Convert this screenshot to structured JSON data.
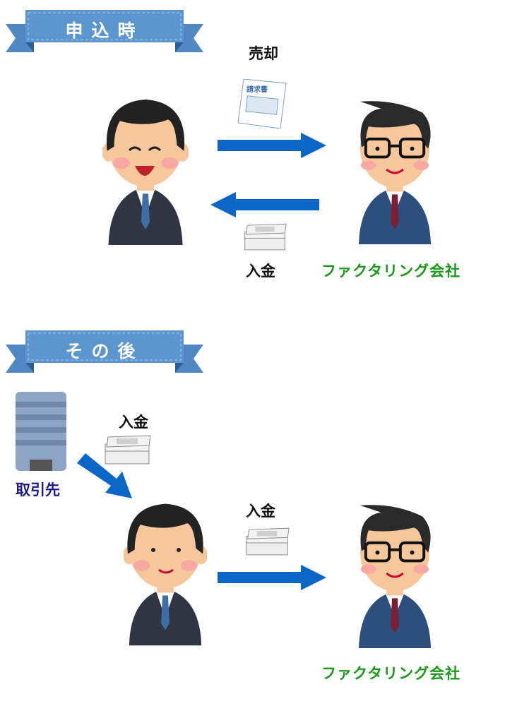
{
  "section1": {
    "banner": "申込時",
    "sell_label": "売却",
    "invoice_title": "請求書",
    "payment_label": "入金",
    "company_label": "ファクタリング会社"
  },
  "section2": {
    "banner": "その後",
    "client_label": "取引先",
    "payment_label_client": "入金",
    "payment_label_company": "入金",
    "company_label": "ファクタリング会社"
  },
  "colors": {
    "arrow": "#0b66c8",
    "banner": "#5b96cf",
    "company_text": "#1a9a1a",
    "client_text": "#1a1a8c"
  }
}
